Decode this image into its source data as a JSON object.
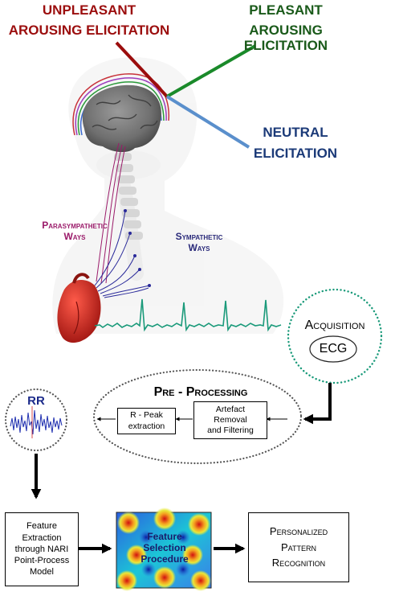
{
  "elicitation": {
    "unpleasant": [
      "UNPLEASANT",
      "AROUSING ELICITATION"
    ],
    "pleasant": [
      "PLEASANT",
      "AROUSING ELICITATION"
    ],
    "neutral": [
      "NEUTRAL",
      "ELICITATION"
    ]
  },
  "body_labels": {
    "parasympathetic": [
      "Parasympathetic",
      "Ways"
    ],
    "sympathetic": [
      "Sympathetic",
      "Ways"
    ]
  },
  "acquisition": {
    "title": "Acquisition",
    "badge": "ECG"
  },
  "preprocessing": {
    "title": "Pre - Processing",
    "artefact": [
      "Artefact",
      "Removal",
      "and Filtering"
    ],
    "rpeak": [
      "R - Peak",
      "extraction"
    ]
  },
  "rr": {
    "label": "RR"
  },
  "feature_extraction": [
    "Feature",
    "Extraction",
    "through NARI",
    "Point-Process",
    "Model"
  ],
  "feature_selection": [
    "Feature",
    "Selection",
    "Procedure"
  ],
  "pattern_recognition": [
    "Personalized",
    "Pattern",
    "Recognition"
  ],
  "colors": {
    "unpleasant": "#9b0d0d",
    "pleasant": "#1a8a2a",
    "neutral": "#5a8fcc",
    "neutral_text": "#1b3a78",
    "parasympathetic": "#9b1b6a",
    "sympathetic": "#2a2a7a",
    "ecg": "#1a9a7a",
    "heart": "#c8201e"
  }
}
